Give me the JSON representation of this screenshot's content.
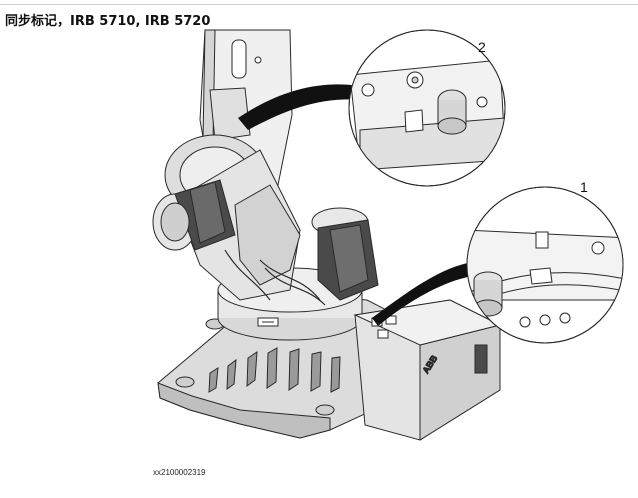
{
  "header": {
    "title": "同步标记，IRB 5710, IRB 5720"
  },
  "figure": {
    "id": "xx2100002319",
    "callouts": {
      "one": "1",
      "two": "2"
    },
    "logo_text": "ABB"
  }
}
